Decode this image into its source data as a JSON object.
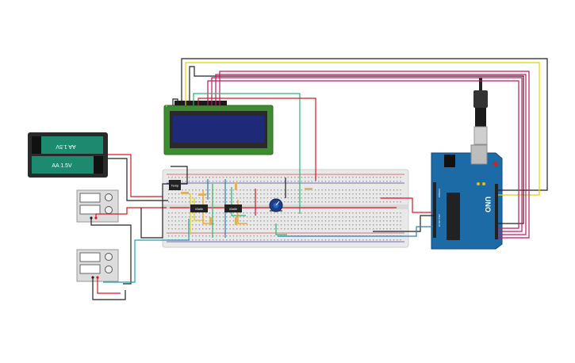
{
  "battery_pack": {
    "cell_top_label": "AA 1.5V",
    "cell_bottom_label": "AA 1.5V"
  },
  "sensor_label": "Temp",
  "chip_labels": [
    "#3a6b",
    "#3a6b"
  ],
  "arduino": {
    "brand": "UNO",
    "power_label": "POWER",
    "analog_label": "ANALOG IN"
  },
  "colors": {
    "wire_black": "#222222",
    "wire_red": "#d7191c",
    "wire_yellow": "#e8d100",
    "wire_magenta": "#c2185b",
    "wire_green": "#2bb673",
    "wire_blue": "#2c7fb8",
    "wire_teal": "#17a2b8",
    "wire_orange": "#f39c12",
    "lcd_screen": "#1e2a78",
    "lcd_board": "#3c8d2f",
    "arduino_board": "#1c6aa6",
    "battery_body": "#1b8a6f",
    "breadboard": "#e6e6e6"
  },
  "components": [
    "battery-pack",
    "lcd-display",
    "breadboard",
    "arduino-uno",
    "power-supply-1",
    "power-supply-2",
    "usb-cable",
    "potentiometer",
    "temperature-sensor",
    "op-amp-chip-1",
    "op-amp-chip-2"
  ]
}
